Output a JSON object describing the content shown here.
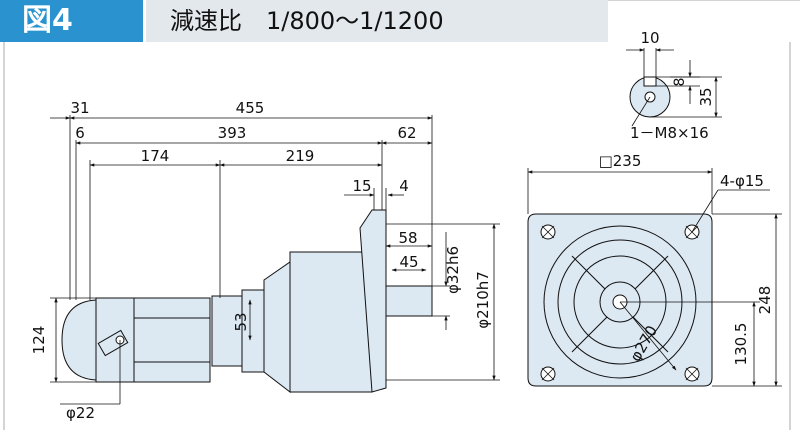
{
  "figure": {
    "label": "図4",
    "title": "減速比　1/800～1/1200"
  },
  "colors": {
    "badge": "#2a93cf",
    "title_bar": "#e3e8ec",
    "part_fill": "#dce8f2",
    "line": "#111111"
  },
  "side_view": {
    "dim_overall": "455",
    "dim_left_offset": "31",
    "dim_body": "393",
    "dim_shaft": "62",
    "dim_flange_gap": "6",
    "dim_motor": "174",
    "dim_gear": "219",
    "dim_flange": "15",
    "dim_flange_edge": "4",
    "dim_shaft_len": "58",
    "dim_key_len": "45",
    "dim_shaft_dia": "φ32h6",
    "dim_spigot_dia": "φ210h7",
    "dim_height": "124",
    "dim_boss": "53",
    "dim_cable": "φ22"
  },
  "end_view": {
    "dim_flange_sq": "□235",
    "dim_holes": "4-φ15",
    "dim_pcd": "φ270",
    "dim_height": "248",
    "dim_center": "130.5"
  },
  "shaft_detail": {
    "dim_key_width": "10",
    "dim_key_depth": "8",
    "dim_shaft_height": "35",
    "tap_label": "1－M8×16"
  }
}
